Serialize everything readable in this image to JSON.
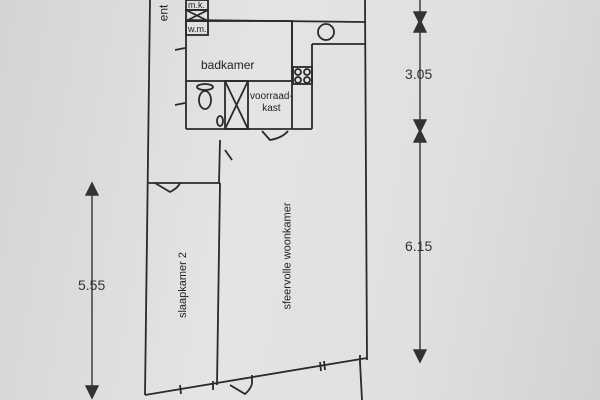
{
  "rooms": {
    "entrance": "ent",
    "meter_cupboard": "m.k.",
    "washing_machine": "w.m.",
    "bathroom": "badkamer",
    "storage": "voorraad-\nkast",
    "storage_line1": "voorraad-",
    "storage_line2": "kast",
    "bedroom": "slaapkamer 2",
    "living_room": "sfeervolle woonkamer"
  },
  "dimensions": {
    "upper_right": "3.05",
    "lower_right": "6.15",
    "left": "5.55"
  },
  "colors": {
    "wall": "#2a2a2a",
    "paper": "#e0e0e2"
  }
}
